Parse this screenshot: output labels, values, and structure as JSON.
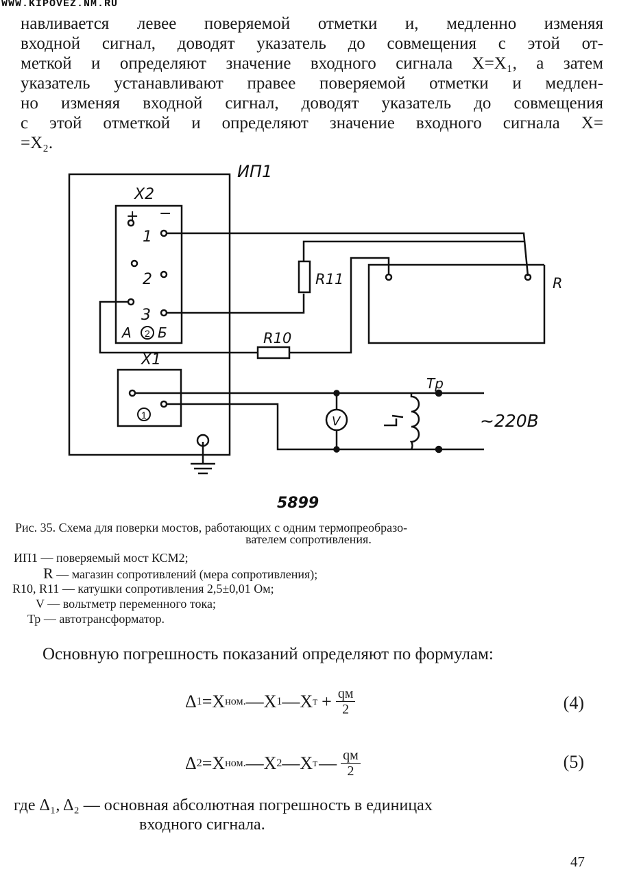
{
  "watermark": "WWW.KIPOVEZ.NM.RU",
  "paragraph": {
    "lines": [
      "навливается левее поверяемой отметки и, медленно изменяя",
      "входной сигнал, доводят указатель до совмещения с этой от-",
      "меткой и определяют значение входного сигнала X=X₁, а затем",
      "указатель устанавливают правее поверяемой отметки и медлен-",
      "но изменяя входной сигнал, доводят указатель до совмещения",
      "с этой отметкой и определяют значение входного сигнала X=",
      "=X₂."
    ]
  },
  "schematic": {
    "device_label": "ИП1",
    "x2_label": "X2",
    "x1_label": "X1",
    "plus": "+",
    "minus": "−",
    "term1": "1",
    "term2": "2",
    "term3": "3",
    "x2_bottom_a": "А",
    "x2_bottom_circle": "2",
    "x2_bottom_b": "Б",
    "x1_circle": "1",
    "r11_label": "R11",
    "r10_label": "R10",
    "r_label": "R",
    "voltmeter": "V",
    "tr_label": "Тр",
    "supply": "~220В",
    "figure_number": "5899"
  },
  "caption": {
    "line1": "Рис. 35. Схема для поверки мостов, работающих с одним термопреобразо-",
    "line2": "вателем сопротивления."
  },
  "legend": [
    {
      "term": "ИП1",
      "text": "— поверяемый мост КСМ2;"
    },
    {
      "term": "R",
      "text": "— магазин сопротивлений (мера сопротивления);"
    },
    {
      "term": "R10, R11",
      "text": "— катушки сопротивления 2,5±0,01 Ом;"
    },
    {
      "term": "V",
      "text": "— вольтметр переменного тока;"
    },
    {
      "term": "Тр",
      "text": "— автотрансформатор."
    }
  ],
  "intro": "Основную погрешность показаний определяют по формулам:",
  "formulas": [
    {
      "lhs": "Δ",
      "lhs_sub": "1",
      "body": "=X",
      "sub1": "ном.",
      "rest": "—X",
      "sub2": "1",
      "rest2": "—X",
      "sub3": "т",
      "op": "+",
      "num": "qм",
      "den": "2",
      "number": "(4)"
    },
    {
      "lhs": "Δ",
      "lhs_sub": "2",
      "body": "=X",
      "sub1": "ном.",
      "rest": "—X",
      "sub2": "2",
      "rest2": "—X",
      "sub3": "т",
      "op": "—",
      "num": "qм",
      "den": "2",
      "number": "(5)"
    }
  ],
  "where": {
    "line1": "где Δ₁, Δ₂ — основная абсолютная погрешность в единицах",
    "line2": "входного сигнала."
  },
  "page_number": "47"
}
